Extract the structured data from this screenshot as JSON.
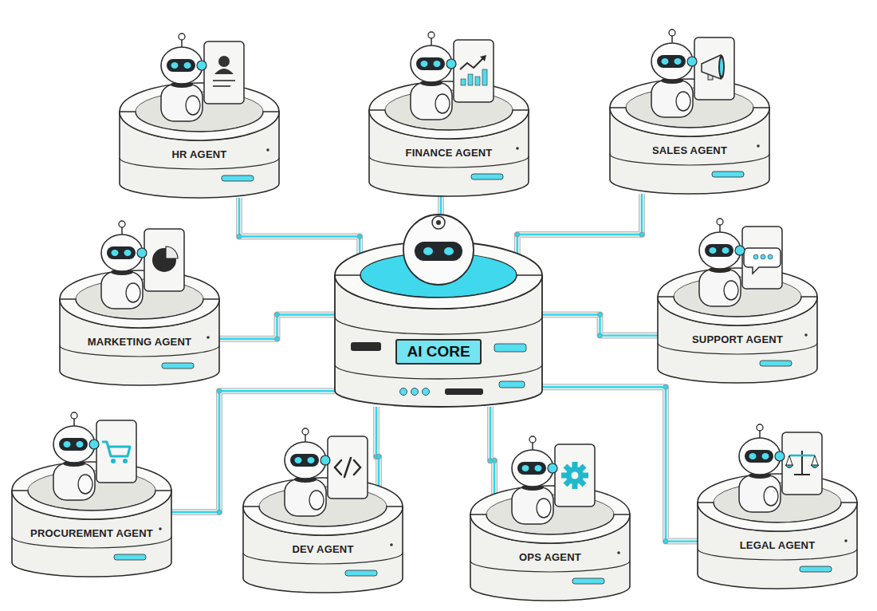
{
  "diagram": {
    "nodes": [
      {
        "text": [
          "HR AGENT"
        ]
      },
      {
        "text": [
          "FINANCE AGENT"
        ]
      },
      {
        "text": [
          "SALES AGENT"
        ]
      },
      {
        "text": [
          "MARKETING AGENT"
        ]
      },
      {
        "text": [
          "AI CORE"
        ]
      },
      {
        "text": [
          "SUPPORT AGENT"
        ]
      },
      {
        "text": [
          "PROCUREMENT AGENT"
        ]
      },
      {
        "text": [
          "DEV AGENT"
        ]
      },
      {
        "text": [
          "OPS AGENT"
        ]
      },
      {
        "text": [
          "LEGAL AGENT"
        ]
      }
    ],
    "edges": [
      {
        "from": 4,
        "to": 0,
        "arrow": "none"
      },
      {
        "from": 4,
        "to": 1,
        "arrow": "none"
      },
      {
        "from": 4,
        "to": 2,
        "arrow": "none"
      },
      {
        "from": 4,
        "to": 3,
        "arrow": "none"
      },
      {
        "from": 4,
        "to": 5,
        "arrow": "none"
      },
      {
        "from": 4,
        "to": 6,
        "arrow": "none"
      },
      {
        "from": 4,
        "to": 7,
        "arrow": "none"
      },
      {
        "from": 4,
        "to": 8,
        "arrow": "none"
      },
      {
        "from": 4,
        "to": 9,
        "arrow": "none"
      }
    ]
  }
}
